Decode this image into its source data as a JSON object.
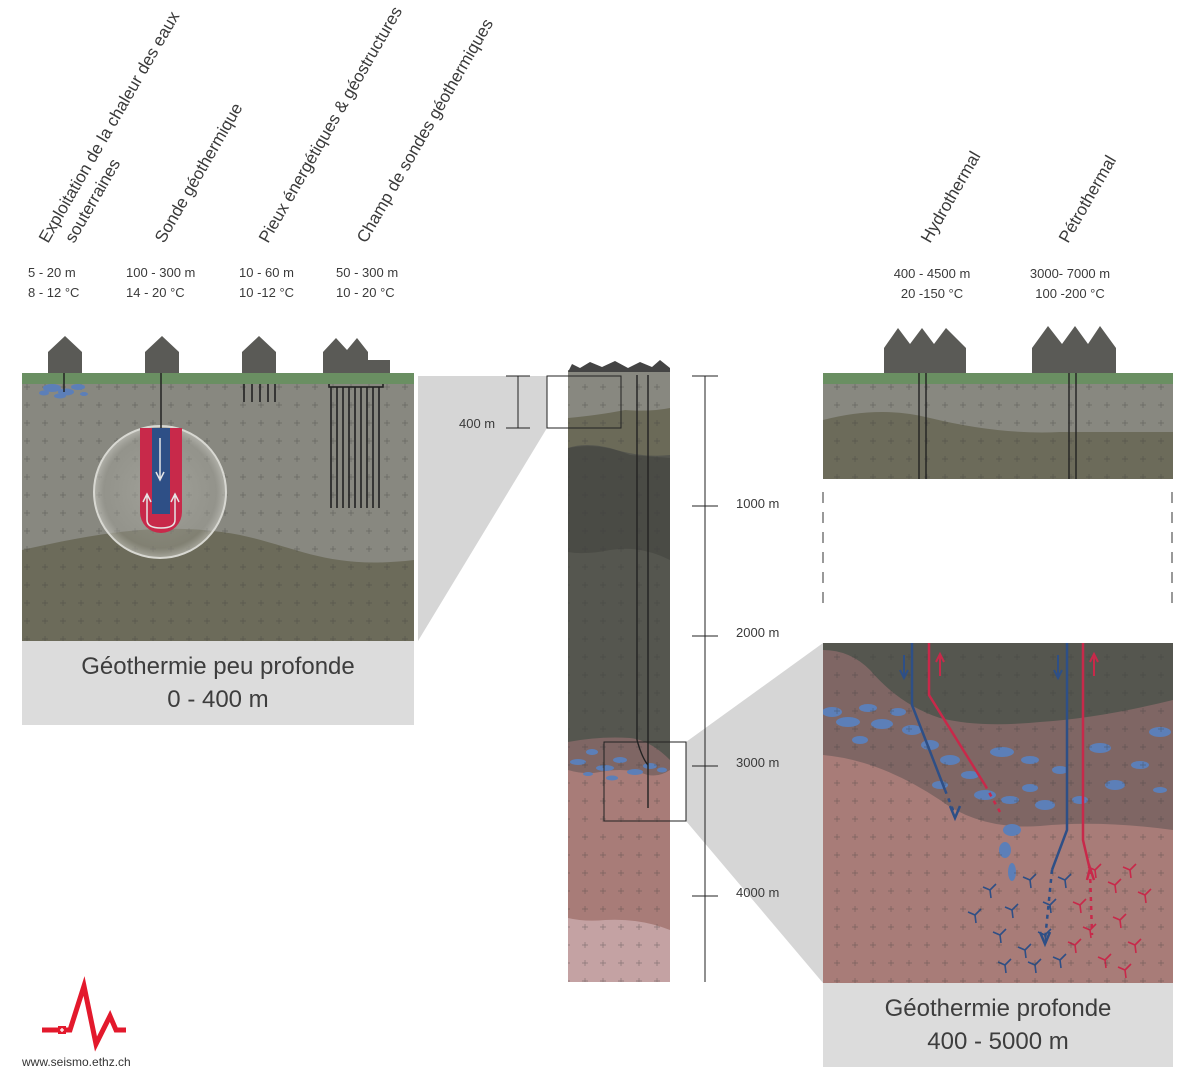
{
  "shallow": {
    "types": [
      {
        "title_line1": "Exploitation de la chaleur des eaux",
        "title_line2": "souterraines",
        "depth": "5 - 20 m",
        "temp": "8 - 12 °C"
      },
      {
        "title_line1": "Sonde géothermique",
        "title_line2": "",
        "depth": "100 - 300 m",
        "temp": "14 - 20 °C"
      },
      {
        "title_line1": "Pieux énergétiques & géostructures",
        "title_line2": "",
        "depth": "10 - 60 m",
        "temp": "10 -12 °C"
      },
      {
        "title_line1": "Champ de sondes géothermiques",
        "title_line2": "",
        "depth": "50 - 300 m",
        "temp": "10 - 20 °C"
      }
    ],
    "caption_line1": "Géothermie peu profonde",
    "caption_line2": "0 - 400 m"
  },
  "deep": {
    "types": [
      {
        "title": "Hydrothermal",
        "depth": "400 - 4500 m",
        "temp": "20 -150 °C"
      },
      {
        "title": "Pétrothermal",
        "depth": "3000- 7000 m",
        "temp": "100 -200 °C"
      }
    ],
    "caption_line1": "Géothermie profonde",
    "caption_line2": "400 - 5000 m"
  },
  "scale": {
    "zoom_marker": "400 m",
    "ticks": [
      "1000 m",
      "2000 m",
      "3000 m",
      "4000 m"
    ]
  },
  "logo": {
    "url": "www.seismo.ethz.ch"
  },
  "colors": {
    "grass": "#6a8f62",
    "soil_light": "#8a8a80",
    "soil_olive": "#6b6a58",
    "rock_dark": "#55564f",
    "rock_pink": "#a87c78",
    "rock_pink_light": "#c4a2a3",
    "fluid_blue": "#5c7fb8",
    "pipe_red": "#c8294a",
    "pipe_blue": "#2e4f86",
    "building": "#5a5a56",
    "caption_bg": "#dcdcdc",
    "connector": "#d4d4d4",
    "logo_red": "#e3192c"
  }
}
